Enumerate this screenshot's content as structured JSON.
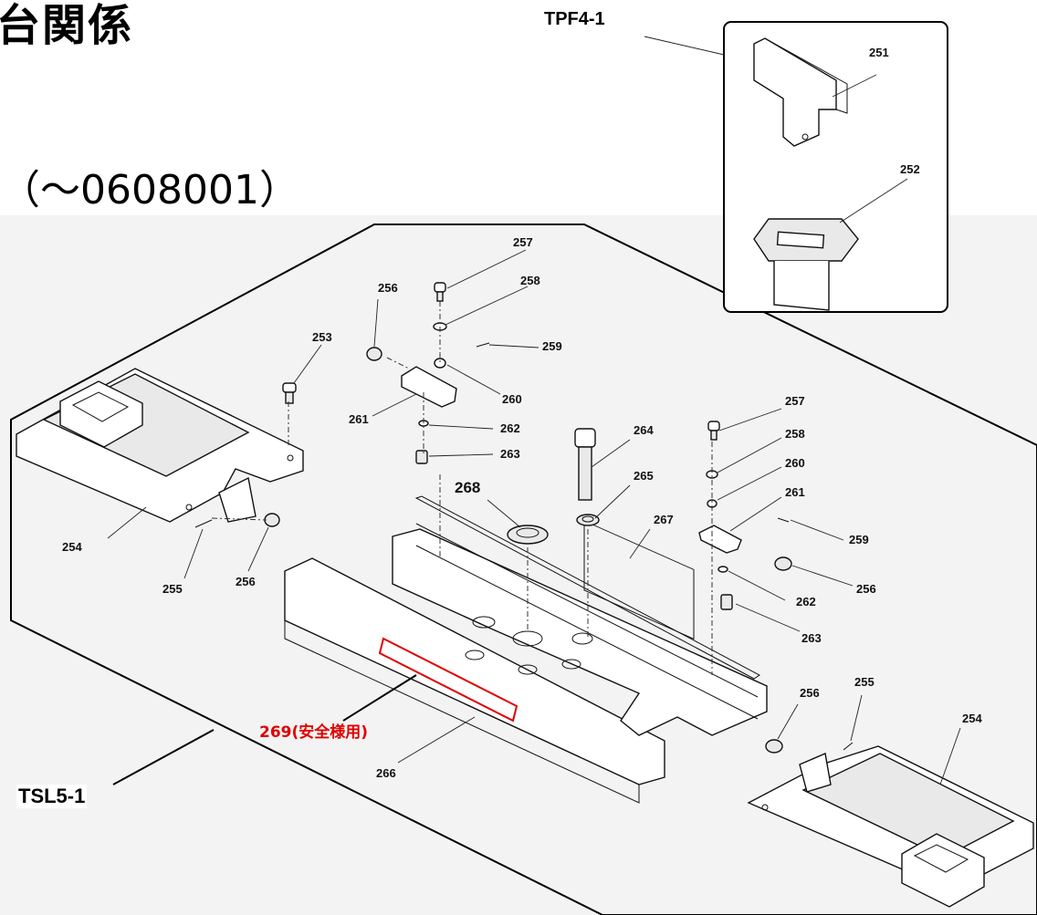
{
  "header": {
    "title": "台関係",
    "subtitle": "（〜0608001）"
  },
  "callouts": {
    "tpf": "TPF4-1",
    "tsl": "TSL5-1",
    "safety": "269(安全様用)"
  },
  "parts": {
    "p251": "251",
    "p252": "252",
    "p253": "253",
    "p254a": "254",
    "p254b": "254",
    "p255a": "255",
    "p255b": "255",
    "p256a": "256",
    "p256b": "256",
    "p256c": "256",
    "p256d": "256",
    "p257a": "257",
    "p257b": "257",
    "p258a": "258",
    "p258b": "258",
    "p259a": "259",
    "p259b": "259",
    "p260a": "260",
    "p260b": "260",
    "p261a": "261",
    "p261b": "261",
    "p262a": "262",
    "p262b": "262",
    "p263a": "263",
    "p263b": "263",
    "p264": "264",
    "p265": "265",
    "p266": "266",
    "p267": "267",
    "p268": "268"
  },
  "colors": {
    "safety": "#e00000",
    "background": "#ffffff",
    "panel": "#f2f2f2"
  }
}
